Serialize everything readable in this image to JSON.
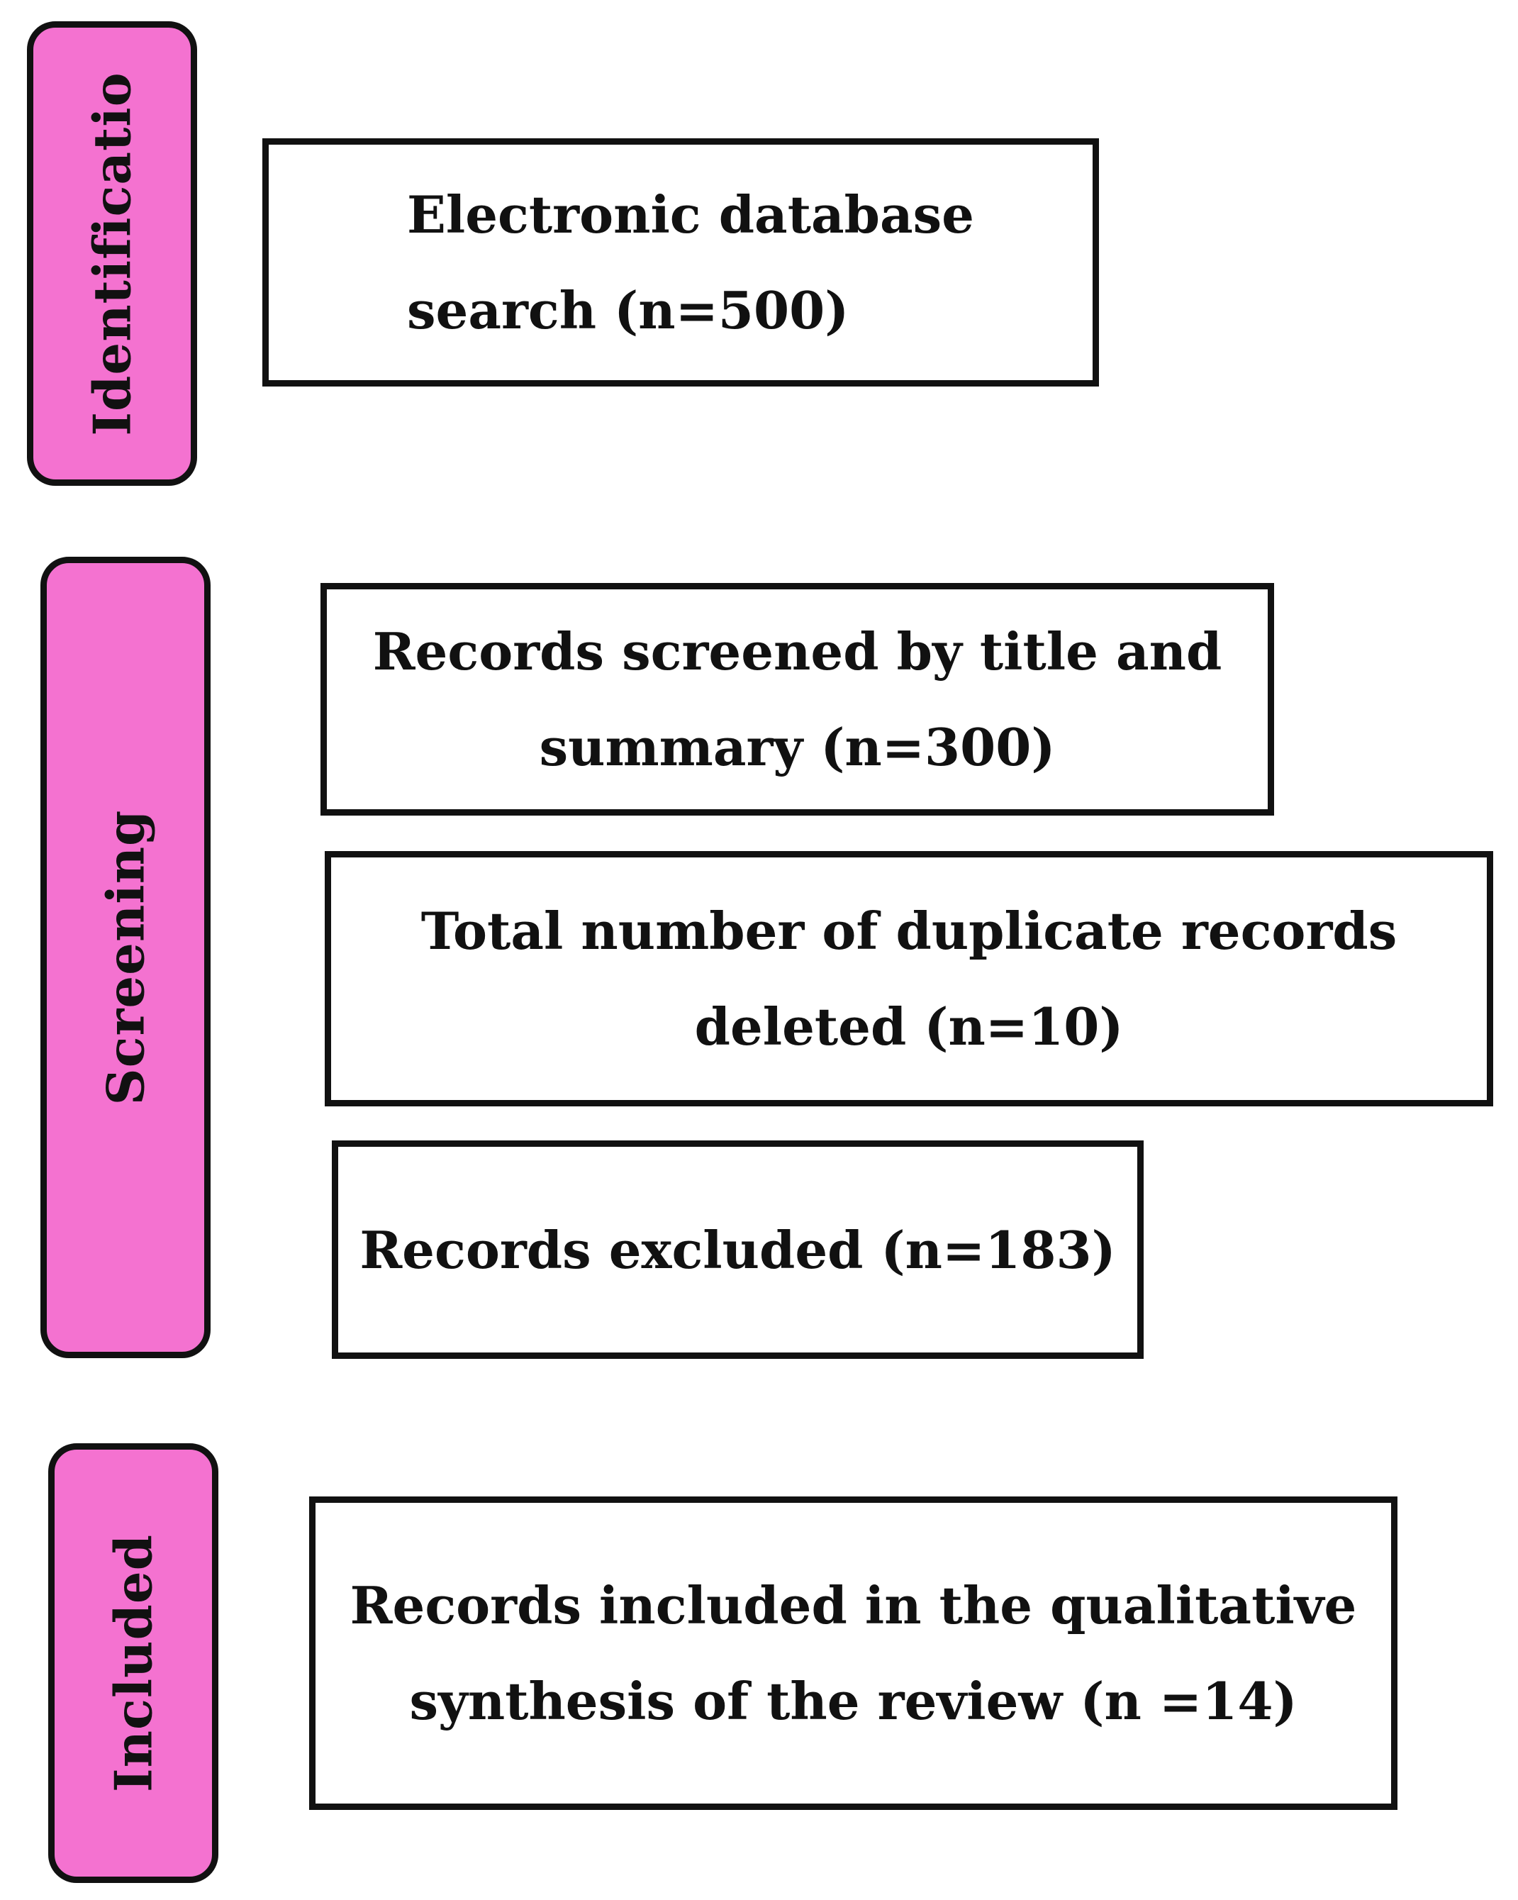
{
  "stages": {
    "identification": "Identificatio",
    "screening": "Screening",
    "included": "Included"
  },
  "boxes": {
    "search": [
      "Electronic database",
      "search (n=500)"
    ],
    "screened": [
      "Records screened by title and",
      "summary (n=300)"
    ],
    "duplicates": [
      "Total number of duplicate records",
      "deleted (n=10)"
    ],
    "excluded": [
      "Records excluded (n=183)"
    ],
    "included": [
      "Records included in the qualitative",
      "synthesis of the review (n =14)"
    ]
  },
  "colors": {
    "stage_fill": "#f472d0",
    "border": "#111111"
  }
}
